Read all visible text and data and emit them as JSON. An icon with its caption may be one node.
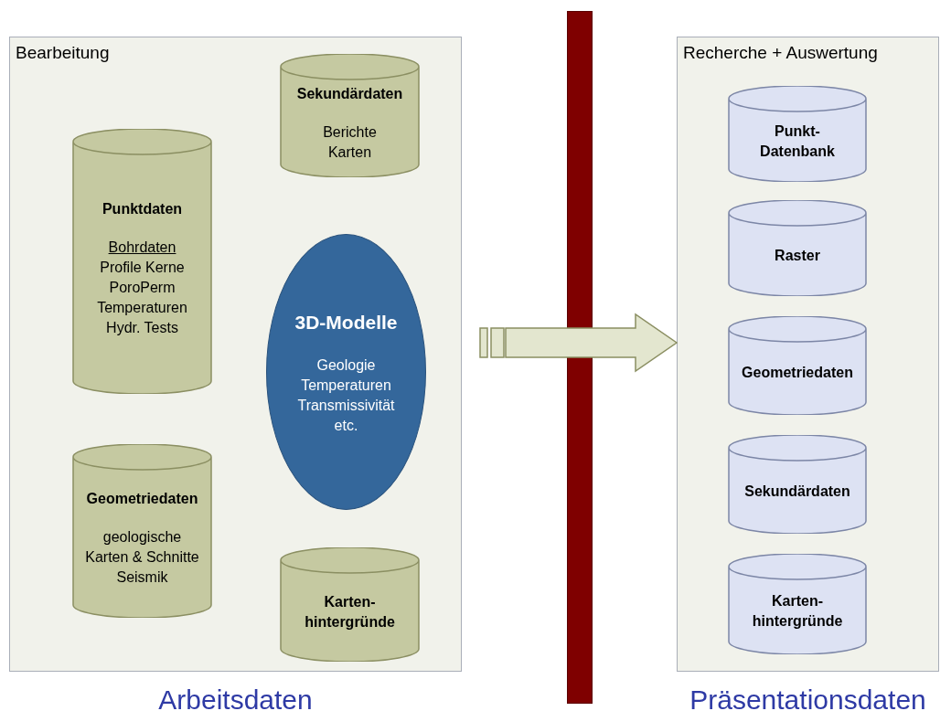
{
  "diagram": {
    "nodes": [
      {
        "text": [
          "Bearbeitung"
        ],
        "beside": [
          "Arbeitsdaten"
        ]
      },
      {
        "text": [
          "Sekundärdaten",
          "Berichte Karten"
        ],
        "in": 0
      },
      {
        "text": [
          "Punktdaten",
          "Bohrdaten",
          "Profile Kerne PoroPerm Temperaturen Hydr. Tests"
        ],
        "in": 0
      },
      {
        "text": [
          "3D-Modelle",
          "Geologie Temperaturen Transmissivität etc."
        ],
        "in": 0
      },
      {
        "text": [
          "Geometriedaten",
          "geologische Karten & Schnitte Seismik"
        ],
        "in": 0
      },
      {
        "text": [
          "Karten- hintergründe"
        ],
        "in": 0
      },
      {
        "text": [
          "Recherche + Auswertung"
        ],
        "beside": [
          "Präsentationsdaten"
        ]
      },
      {
        "text": [
          "Punkt- Datenbank"
        ],
        "in": 6
      },
      {
        "text": [
          "Raster"
        ],
        "in": 6
      },
      {
        "text": [
          "Geometriedaten"
        ],
        "in": 6
      },
      {
        "text": [
          "Sekundärdaten"
        ],
        "in": 6
      },
      {
        "text": [
          "Karten- hintergründe"
        ],
        "in": 6
      },
      {
        "text": [],
        "shape": "bar"
      }
    ],
    "edges": [
      {
        "from": 0,
        "to": 6,
        "arrow": "to"
      }
    ]
  }
}
